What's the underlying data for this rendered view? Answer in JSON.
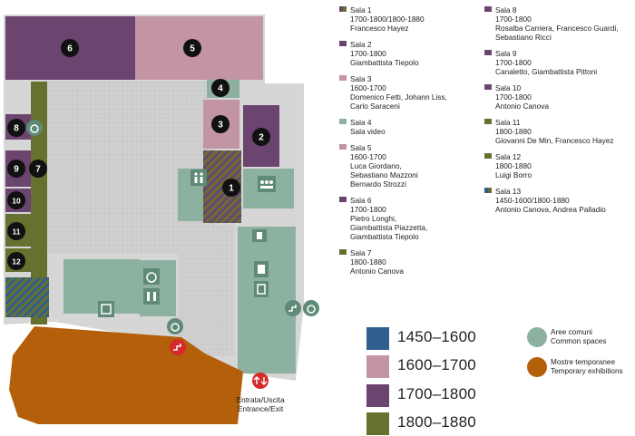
{
  "colors": {
    "p1450_1600": "#2f5f8f",
    "p1600_1700": "#c394a4",
    "p1700_1800": "#6b4470",
    "p1800_1880": "#67702f",
    "common": "#8db1a1",
    "temporary": "#b45f0a",
    "building": "#d5d6d5",
    "marker": "#111111",
    "exit_red": "#d62a2a"
  },
  "icons": {
    "accessible": "wheelchair-icon",
    "restroom": "restroom-icon",
    "elevator": "elevator-icon",
    "stairs": "stairs-icon",
    "entrance": "entrance-exit-icon",
    "video": "video-room-icon",
    "info": "info-icon",
    "cloakroom": "cloakroom-icon"
  },
  "rooms": [
    {
      "num": "1",
      "title": "Sala 1",
      "period": "1700-1800/1800-1880",
      "artists": "Francesco Hayez",
      "swatch": [
        "#6b4470",
        "#67702f"
      ]
    },
    {
      "num": "2",
      "title": "Sala 2",
      "period": "1700-1800",
      "artists": "Giambattista Tiepolo",
      "swatch": [
        "#6b4470"
      ]
    },
    {
      "num": "3",
      "title": "Sala 3",
      "period": "1600-1700",
      "artists": "Domenico Fetti, Johann Liss,\nCarlo Saraceni",
      "swatch": [
        "#c394a4"
      ]
    },
    {
      "num": "4",
      "title": "Sala 4",
      "period": "",
      "artists": "Sala video",
      "swatch": [
        "#8db1a1"
      ]
    },
    {
      "num": "5",
      "title": "Sala 5",
      "period": "1600-1700",
      "artists": "Luca Giordano,\nSebastiano Mazzoni\nBernardo Strozzi",
      "swatch": [
        "#c394a4"
      ]
    },
    {
      "num": "6",
      "title": "Sala 6",
      "period": "1700-1800",
      "artists": "Pietro Longhi,\nGiambattista Piazzetta,\nGiambattista Tiepolo",
      "swatch": [
        "#6b4470"
      ]
    },
    {
      "num": "7",
      "title": "Sala 7",
      "period": "1800-1880",
      "artists": "Antonio Canova",
      "swatch": [
        "#67702f"
      ]
    },
    {
      "num": "8",
      "title": "Sala 8",
      "period": "1700-1800",
      "artists": "Rosalba Carriera, Francesco Guardi,\nSebastiano Ricci",
      "swatch": [
        "#6b4470"
      ]
    },
    {
      "num": "9",
      "title": "Sala 9",
      "period": "1700-1800",
      "artists": "Canaletto, Giambattista Pittoni",
      "swatch": [
        "#6b4470"
      ]
    },
    {
      "num": "10",
      "title": "Sala 10",
      "period": "1700-1800",
      "artists": "Antonio Canova",
      "swatch": [
        "#6b4470"
      ]
    },
    {
      "num": "11",
      "title": "Sala 11",
      "period": "1800-1880",
      "artists": "Giovanni De Min, Francesco Hayez",
      "swatch": [
        "#67702f"
      ]
    },
    {
      "num": "12",
      "title": "Sala 12",
      "period": "1800-1880",
      "artists": "Luigi Borro",
      "swatch": [
        "#67702f"
      ]
    },
    {
      "num": "13",
      "title": "Sala 13",
      "period": "1450-1600/1800-1880",
      "artists": "Antonio Canova, Andrea Palladio",
      "swatch": [
        "#2f5f8f",
        "#67702f"
      ]
    }
  ],
  "periods": [
    {
      "label": "1450–1600",
      "color": "#2f5f8f"
    },
    {
      "label": "1600–1700",
      "color": "#c394a4"
    },
    {
      "label": "1700–1800",
      "color": "#6b4470"
    },
    {
      "label": "1800–1880",
      "color": "#67702f"
    }
  ],
  "areas": [
    {
      "line1": "Aree comuni",
      "line2": "Common spaces",
      "color": "#8db1a1"
    },
    {
      "line1": "Mostre temporanee",
      "line2": "Temporary exhibitions",
      "color": "#b45f0a"
    }
  ],
  "entrance": {
    "line1": "Entrata/Uscita",
    "line2": "Entrance/Exit"
  }
}
